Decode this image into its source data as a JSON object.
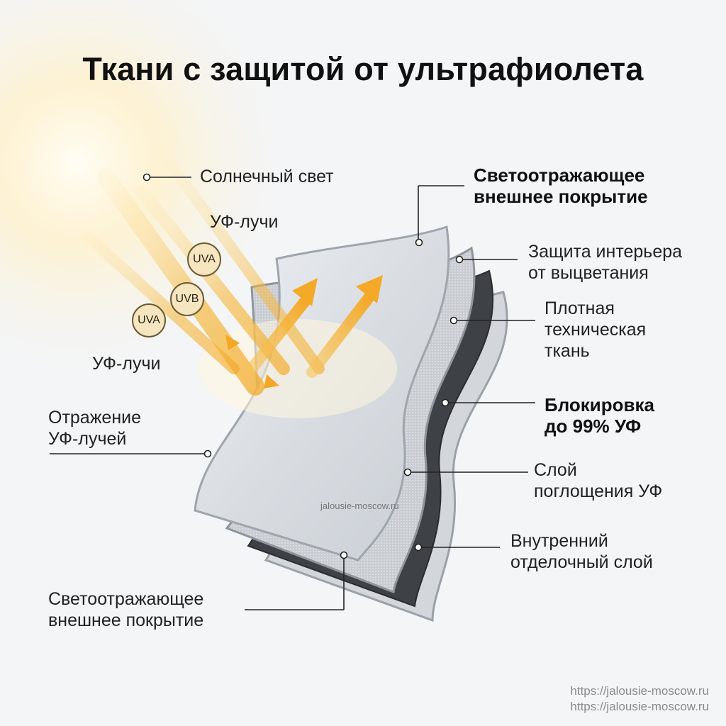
{
  "title": "Ткани с защитой от ультрафиолета",
  "labels": {
    "sunlight": "Солнечный свет",
    "uv_rays_top": "УФ-лучи",
    "uv_rays_bottom": "УФ-лучи",
    "reflection_line1": "Отражение",
    "reflection_line2": "УФ-лучей",
    "coating_bottom_line1": "Светоотражающее",
    "coating_bottom_line2": "внешнее покрытие",
    "coating_top_line1": "Светоотражающее",
    "coating_top_line2": "внешнее покрытие",
    "interior_line1": "Защита интерьера",
    "interior_line2": "от выцветания",
    "fabric_line1": "Плотная",
    "fabric_line2": "техническая",
    "fabric_line3": "ткань",
    "block_line1": "Блокировка",
    "block_line2": "до 99% УФ",
    "absorb_line1": "Слой",
    "absorb_line2": "поглощения УФ",
    "inner_line1": "Внутренний",
    "inner_line2": "отделочный слой"
  },
  "badges": {
    "uva_top": "UVA",
    "uvb": "UVB",
    "uva_bottom": "UVA"
  },
  "watermark": "jalousie-moscow.ru",
  "urls": [
    "https://jalousie-moscow.ru",
    "https://jalousie-moscow.ru"
  ],
  "colors": {
    "sun": "#ffd27a",
    "ray": "#f6b940",
    "layer_light": "#dfe3e8",
    "layer_grey": "#c4c9cf",
    "layer_dark": "#3f4246",
    "layer_inner": "#d6dade"
  }
}
